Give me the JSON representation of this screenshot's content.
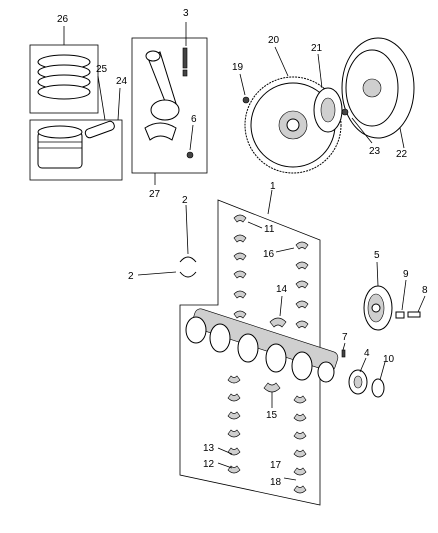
{
  "callouts": {
    "c1": "1",
    "c2a": "2",
    "c2b": "2",
    "c3": "3",
    "c4": "4",
    "c5": "5",
    "c6": "6",
    "c7": "7",
    "c8": "8",
    "c9": "9",
    "c10": "10",
    "c11": "11",
    "c12": "12",
    "c13": "13",
    "c14": "14",
    "c15": "15",
    "c16": "16",
    "c17": "17",
    "c18": "18",
    "c19": "19",
    "c20": "20",
    "c21": "21",
    "c22": "22",
    "c23": "23",
    "c24": "24",
    "c25": "25",
    "c26": "26",
    "c27": "27"
  },
  "parts": [
    "piston-rings",
    "piston",
    "piston-pin",
    "connecting-rod",
    "rod-bearing",
    "flywheel",
    "adapter-plate",
    "torque-converter",
    "crankshaft",
    "thrust-washer",
    "main-bearing",
    "vibration-damper",
    "sprocket"
  ]
}
